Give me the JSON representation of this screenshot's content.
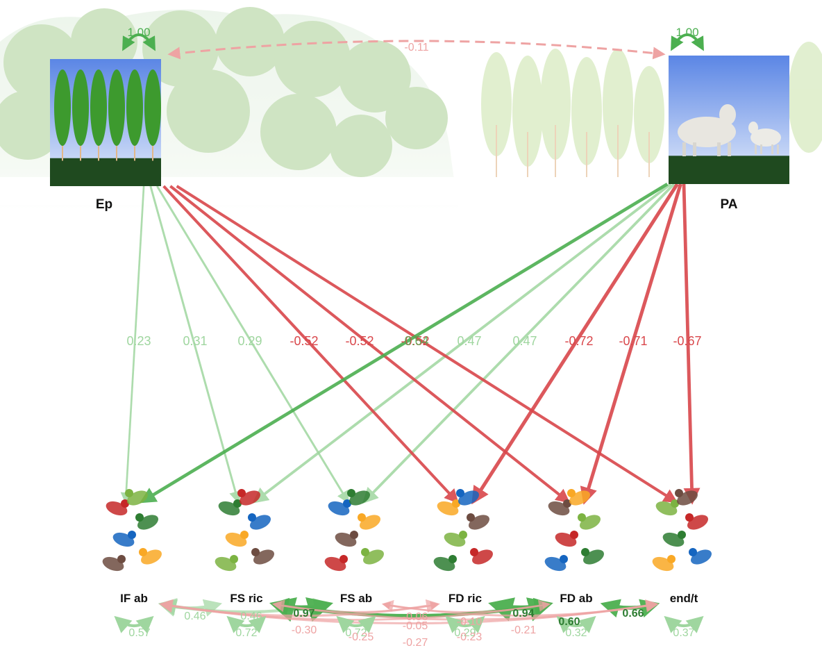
{
  "colors": {
    "positive": "#4caf50",
    "positive_light": "#9fd69f",
    "negative": "#d9474b",
    "negative_light": "#eea3a3",
    "sky": "#7fa6ef",
    "grass": "#1f4a1f"
  },
  "nodes": {
    "ep": {
      "label": "Ep",
      "variance": "1.00",
      "icon": "eucalyptus-plantation-icon"
    },
    "pa": {
      "label": "PA",
      "variance": "1.00",
      "icon": "cattle-pasture-icon"
    },
    "if_ab": {
      "label": "IF ab",
      "residual": "0.57",
      "icon": "birds-icon"
    },
    "fs_ric": {
      "label": "FS ric",
      "residual": "0.72",
      "icon": "birds-icon"
    },
    "fs_ab": {
      "label": "FS ab",
      "residual": "0.72",
      "icon": "birds-icon"
    },
    "fd_ric": {
      "label": "FD ric",
      "residual": "0.29",
      "icon": "birds-icon"
    },
    "fd_ab": {
      "label": "FD ab",
      "residual": "0.32",
      "icon": "birds-icon"
    },
    "end_t": {
      "label": "end/t",
      "residual": "0.37",
      "icon": "birds-icon"
    }
  },
  "covariance_ep_pa": "-0.11",
  "paths": [
    {
      "from": "ep",
      "to": "if_ab",
      "value": "0.23",
      "sign": "pos"
    },
    {
      "from": "ep",
      "to": "fs_ric",
      "value": "0.31",
      "sign": "pos"
    },
    {
      "from": "ep",
      "to": "fs_ab",
      "value": "0.29",
      "sign": "pos"
    },
    {
      "from": "ep",
      "to": "fd_ric",
      "value": "-0.52",
      "sign": "neg"
    },
    {
      "from": "ep",
      "to": "fd_ab",
      "value": "-0.52",
      "sign": "neg"
    },
    {
      "from": "ep",
      "to": "end_t",
      "value": "-0.52",
      "sign": "neg"
    },
    {
      "from": "pa",
      "to": "if_ab",
      "value": "0.64",
      "sign": "pos"
    },
    {
      "from": "pa",
      "to": "fs_ric",
      "value": "0.47",
      "sign": "pos"
    },
    {
      "from": "pa",
      "to": "fs_ab",
      "value": "0.47",
      "sign": "pos"
    },
    {
      "from": "pa",
      "to": "fd_ric",
      "value": "-0.72",
      "sign": "neg"
    },
    {
      "from": "pa",
      "to": "fd_ab",
      "value": "-0.71",
      "sign": "neg"
    },
    {
      "from": "pa",
      "to": "end_t",
      "value": "-0.67",
      "sign": "neg"
    }
  ],
  "bottom_covariances": [
    {
      "a": "if_ab",
      "b": "fs_ric",
      "value": "0.46",
      "sign": "pos"
    },
    {
      "a": "if_ab",
      "b": "fs_ab",
      "value": "0.46",
      "sign": "pos"
    },
    {
      "a": "fs_ric",
      "b": "fs_ab",
      "value": "0.97",
      "sign": "pos"
    },
    {
      "a": "fd_ric",
      "b": "fd_ab",
      "value": "0.94",
      "sign": "pos"
    },
    {
      "a": "fd_ab",
      "b": "end_t",
      "value": "0.66",
      "sign": "pos"
    },
    {
      "a": "fs_ric",
      "b": "fd_ab",
      "value": "0.60",
      "sign": "pos"
    },
    {
      "a": "if_ab",
      "b": "fd_ric",
      "value": "-0.30",
      "sign": "neg"
    },
    {
      "a": "fs_ab",
      "b": "fd_ric",
      "value": "-0.06",
      "sign": "neg"
    },
    {
      "a": "fs_ab",
      "b": "fd_ab",
      "value": "-0.05",
      "sign": "neg"
    },
    {
      "a": "fs_ric",
      "b": "fd_ric",
      "value": "-0.10",
      "sign": "neg"
    },
    {
      "a": "fs_ab",
      "b": "end_t",
      "value": "-0.21",
      "sign": "neg"
    },
    {
      "a": "if_ab",
      "b": "end_t",
      "value": "-0.27",
      "sign": "neg"
    },
    {
      "a": "fs_ric",
      "b": "end_t",
      "value": "-0.25",
      "sign": "neg"
    },
    {
      "a": "if_ab",
      "b": "fd_ab",
      "value": "-0.23",
      "sign": "neg"
    }
  ]
}
